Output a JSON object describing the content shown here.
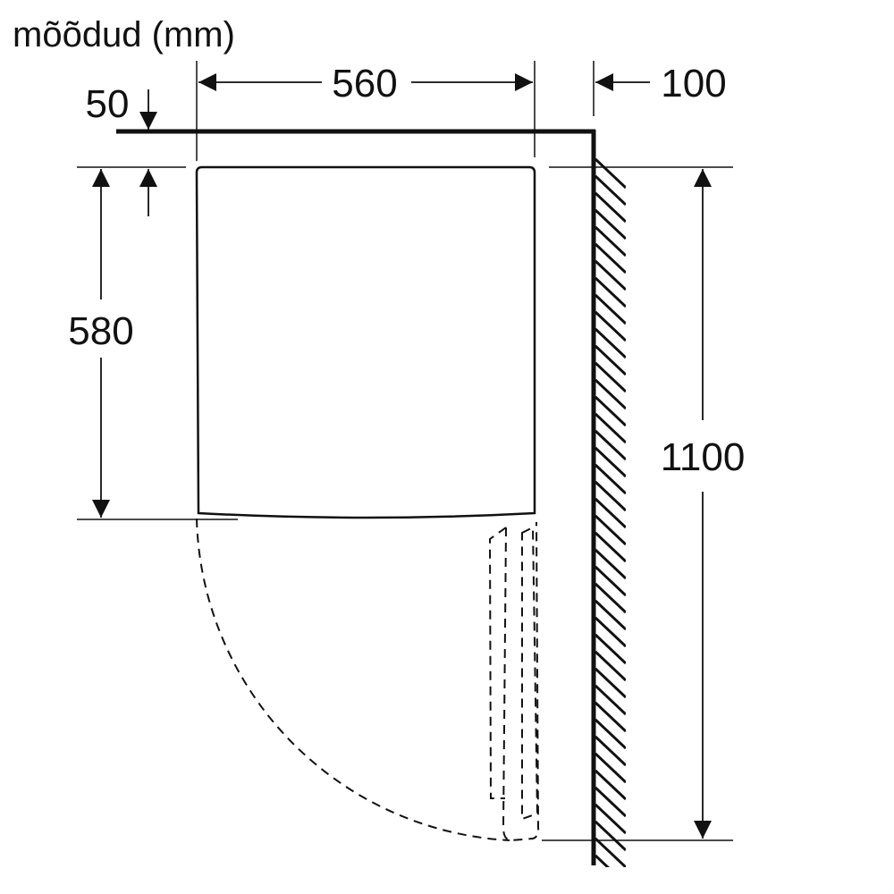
{
  "title": "mõõdud (mm)",
  "dimensions": {
    "width": "560",
    "top_offset": "50",
    "wall_gap": "100",
    "depth": "580",
    "total_depth": "1100"
  },
  "colors": {
    "line": "#111111",
    "background": "#ffffff"
  }
}
